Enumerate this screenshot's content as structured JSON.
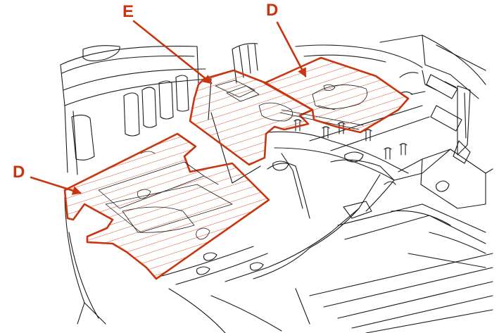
{
  "colors": {
    "accent": "#c8350f",
    "line": "#1a1a1a",
    "background": "#ffffff"
  },
  "callouts": {
    "e_label": "E",
    "d_right_label": "D",
    "d_left_label": "D"
  }
}
